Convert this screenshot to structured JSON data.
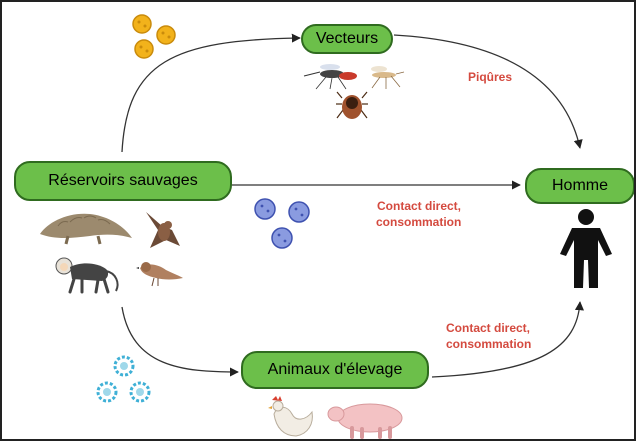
{
  "nodes": {
    "vecteurs": "Vecteurs",
    "reservoirs": "Réservoirs sauvages",
    "homme": "Homme",
    "animaux": "Animaux d'élevage"
  },
  "edge_labels": {
    "piqures": "Piqûres",
    "contact_direct_1": "Contact direct,",
    "consommation_1": "consommation",
    "contact_direct_2": "Contact direct,",
    "consommation_2": "consommation"
  },
  "colors": {
    "node_fill": "#6cbf4a",
    "node_border": "#2f6b1f",
    "label_red": "#d44a3f",
    "arrow": "#222222",
    "virus_yellow": "#f2b21b",
    "virus_blue": "#5a6fc6",
    "virus_cyan": "#3fb0d6"
  },
  "icons": [
    "yellow-virus-icon",
    "mosquito-icon",
    "tick-icon",
    "insect-icon",
    "pangolin-icon",
    "bat-icon",
    "monkey-icon",
    "bird-icon",
    "blue-virus-icon",
    "cyan-virus-icon",
    "rooster-icon",
    "pig-icon",
    "human-silhouette-icon"
  ]
}
